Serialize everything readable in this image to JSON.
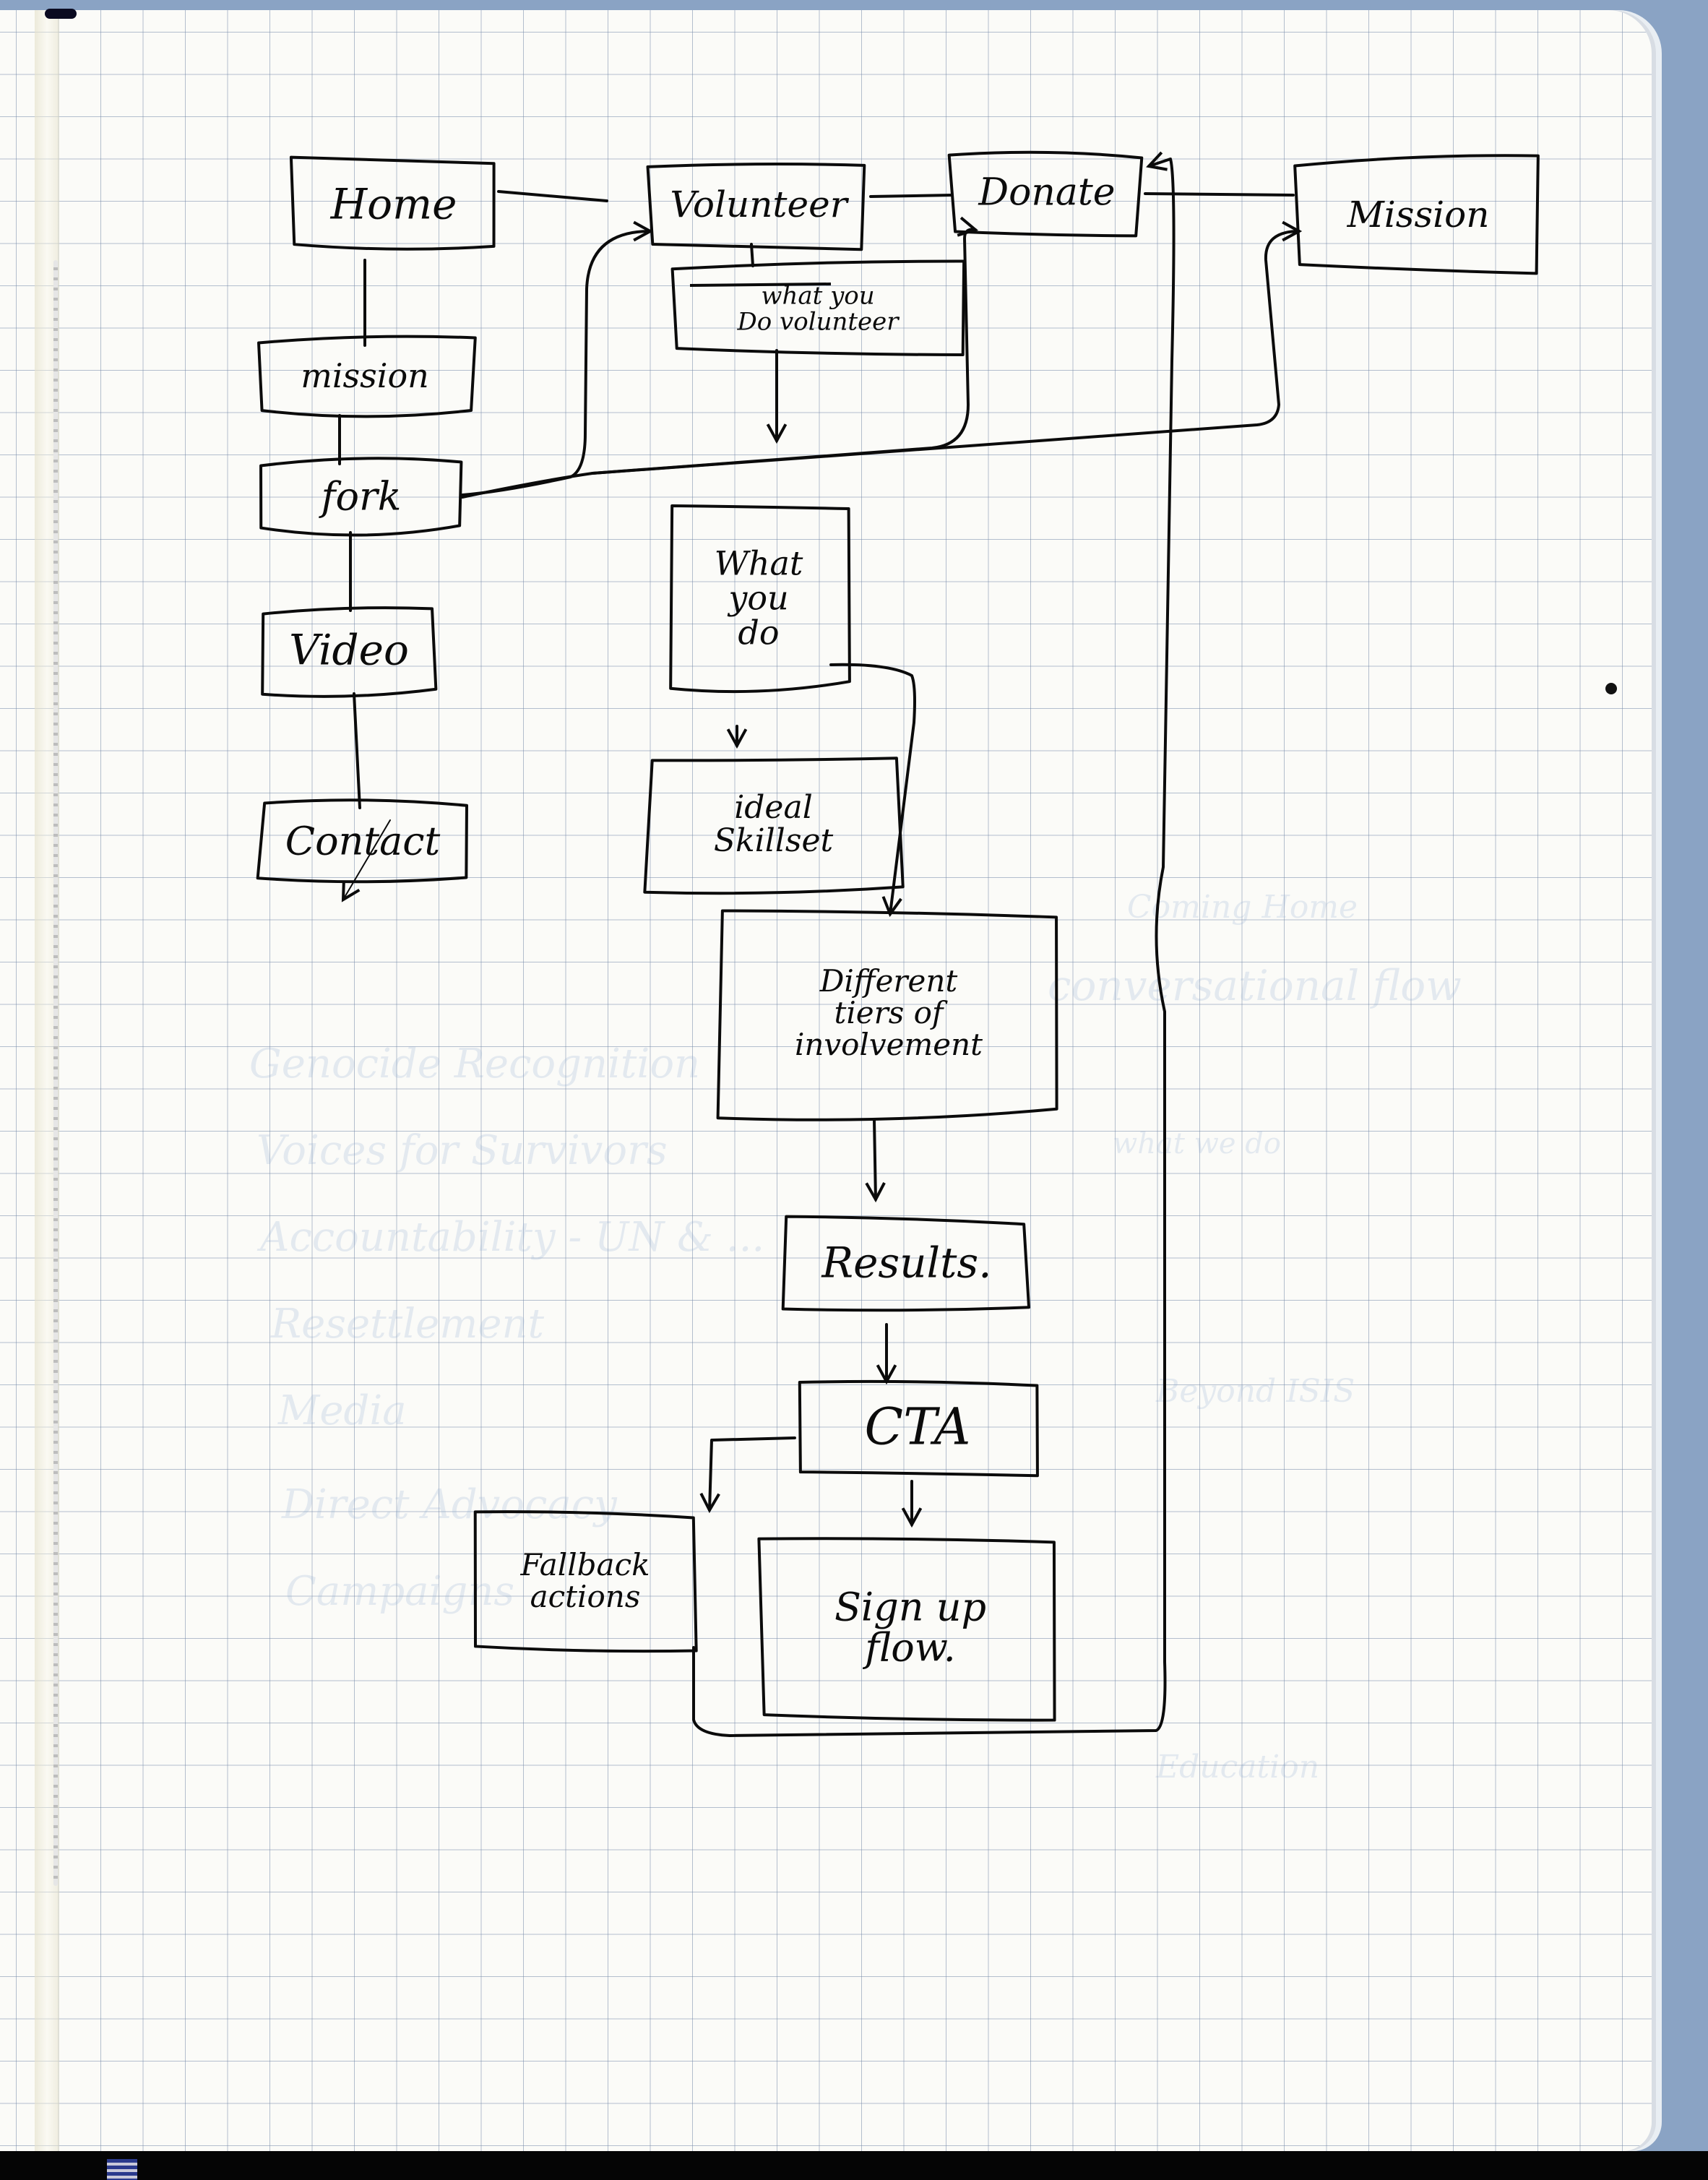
{
  "diagram": {
    "title": "Website flow sketch (hand-drawn on grid notebook page)",
    "nodes": [
      {
        "id": "home",
        "label": "Home",
        "column": "main-nav"
      },
      {
        "id": "volunteer",
        "label": "Volunteer",
        "column": "main-nav"
      },
      {
        "id": "donate",
        "label": "Donate",
        "column": "main-nav"
      },
      {
        "id": "mission-top",
        "label": "Mission",
        "column": "main-nav"
      },
      {
        "id": "what-you-do-volunteer",
        "label": "what you\nDo volunteer",
        "note": "'what you' is struck through"
      },
      {
        "id": "mission-home",
        "label": "mission",
        "column": "home-flow"
      },
      {
        "id": "fork",
        "label": "fork",
        "column": "home-flow"
      },
      {
        "id": "video",
        "label": "Video",
        "column": "home-flow"
      },
      {
        "id": "contact",
        "label": "Contact",
        "column": "home-flow"
      },
      {
        "id": "what-you-do",
        "label": "What\nyou\ndo",
        "column": "volunteer-flow"
      },
      {
        "id": "ideal-skillset",
        "label": "ideal\nSkillset",
        "column": "volunteer-flow"
      },
      {
        "id": "tiers",
        "label": "Different\ntiers of\ninvolvement",
        "column": "volunteer-flow"
      },
      {
        "id": "results",
        "label": "Results.",
        "column": "volunteer-flow"
      },
      {
        "id": "cta",
        "label": "CTA",
        "column": "volunteer-flow"
      },
      {
        "id": "fallback",
        "label": "Fallback\nactions",
        "column": "volunteer-flow"
      },
      {
        "id": "signup",
        "label": "Sign up\nflow.",
        "column": "volunteer-flow"
      }
    ],
    "edges": [
      {
        "from": "home",
        "to": "volunteer",
        "type": "line"
      },
      {
        "from": "volunteer",
        "to": "donate",
        "type": "line"
      },
      {
        "from": "donate",
        "to": "mission-top",
        "type": "line"
      },
      {
        "from": "home",
        "to": "mission-home",
        "type": "line"
      },
      {
        "from": "mission-home",
        "to": "fork",
        "type": "line"
      },
      {
        "from": "fork",
        "to": "video",
        "type": "line"
      },
      {
        "from": "video",
        "to": "contact",
        "type": "line"
      },
      {
        "from": "fork",
        "to": "volunteer",
        "type": "arrow"
      },
      {
        "from": "fork",
        "to": "donate",
        "type": "arrow"
      },
      {
        "from": "fork",
        "to": "mission-top",
        "type": "arrow"
      },
      {
        "from": "volunteer",
        "to": "what-you-do-volunteer",
        "type": "line"
      },
      {
        "from": "what-you-do-volunteer",
        "to": "what-you-do",
        "type": "arrow"
      },
      {
        "from": "what-you-do",
        "to": "ideal-skillset",
        "type": "arrow"
      },
      {
        "from": "what-you-do",
        "to": "tiers",
        "type": "arrow"
      },
      {
        "from": "tiers",
        "to": "results",
        "type": "arrow"
      },
      {
        "from": "results",
        "to": "cta",
        "type": "arrow"
      },
      {
        "from": "cta",
        "to": "fallback",
        "type": "arrow"
      },
      {
        "from": "cta",
        "to": "signup",
        "type": "arrow"
      },
      {
        "from": "fallback",
        "to": "donate",
        "type": "arrow",
        "note": "loops around right side back up to Donate"
      },
      {
        "from": "contact",
        "to": "offpage",
        "type": "arrow",
        "note": "small diagonal arrow out of Contact"
      }
    ]
  },
  "colors": {
    "ink": "#0b0b0b",
    "paper": "#fbfbf8",
    "grid": "#8c9fbb",
    "scan_background": "#8aa3c4",
    "bleed_through": "#a9c0dc"
  },
  "bleed_through_text": [
    "Genocide Recognition",
    "Voices for Survivors",
    "Accountability - UN & ...",
    "Resettlement",
    "Media",
    "Direct Advocacy",
    "Campaigns",
    "Coming Home",
    "conversational flow",
    "what we do",
    "Beyond ISIS",
    "Education"
  ]
}
